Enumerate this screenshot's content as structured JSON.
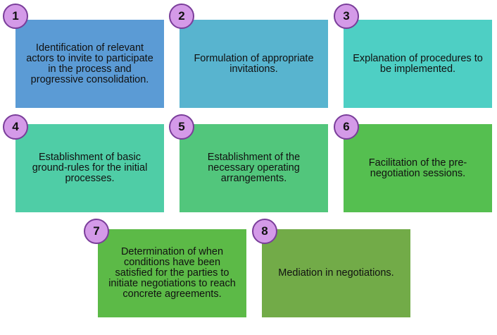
{
  "steps": [
    {
      "number": "1",
      "text": "Identification of relevant actors to invite to participate in the process and progressive consolidation.",
      "color": "#5b9bd5"
    },
    {
      "number": "2",
      "text": "Formulation of appropriate invitations.",
      "color": "#58b4cf"
    },
    {
      "number": "3",
      "text": "Explanation of procedures to be implemented.",
      "color": "#4ecfc4"
    },
    {
      "number": "4",
      "text": "Establishment of basic ground-rules for the initial processes.",
      "color": "#4fcda6"
    },
    {
      "number": "5",
      "text": "Establishment of the necessary operating arrangements.",
      "color": "#52c67c"
    },
    {
      "number": "6",
      "text": "Facilitation of the pre-negotiation sessions.",
      "color": "#55bf50"
    },
    {
      "number": "7",
      "text": "Determination of when conditions have been satisfied for the parties to initiate negotiations to reach concrete agreements.",
      "color": "#5cba47"
    },
    {
      "number": "8",
      "text": "Mediation in negotiations.",
      "color": "#72ab48"
    }
  ]
}
